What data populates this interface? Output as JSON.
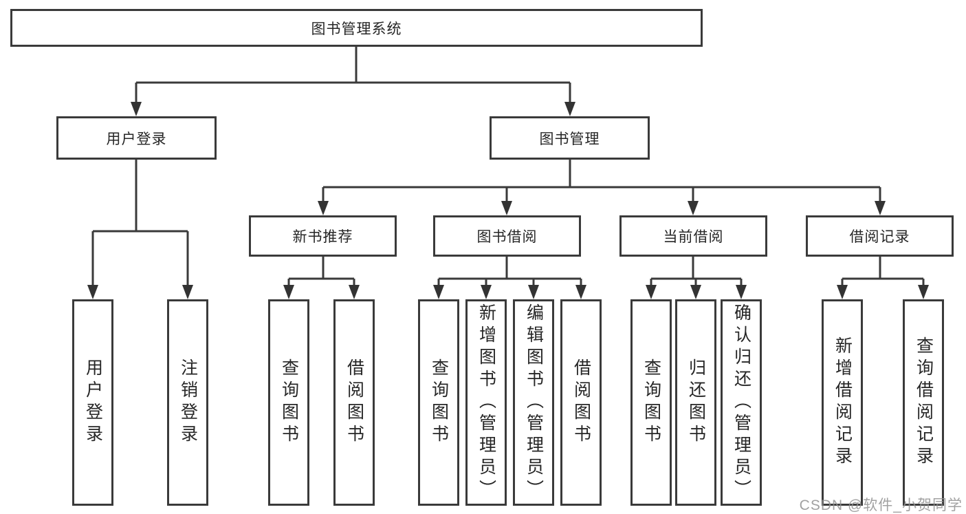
{
  "diagram": {
    "type": "hierarchy",
    "colors": {
      "line": "#3a3a3a",
      "border": "#3a3a3a",
      "text": "#262626",
      "background": "#ffffff",
      "watermark": "#919191"
    },
    "tree": {
      "label": "图书管理系统",
      "children": [
        {
          "label": "用户登录",
          "children": [
            {
              "label": "用户登录"
            },
            {
              "label": "注销登录"
            }
          ]
        },
        {
          "label": "图书管理",
          "children": [
            {
              "label": "新书推荐",
              "children": [
                {
                  "label": "查询图书"
                },
                {
                  "label": "借阅图书"
                }
              ]
            },
            {
              "label": "图书借阅",
              "children": [
                {
                  "label": "查询图书"
                },
                {
                  "label": "新增图书（管理员）"
                },
                {
                  "label": "编辑图书（管理员）"
                },
                {
                  "label": "借阅图书"
                }
              ]
            },
            {
              "label": "当前借阅",
              "children": [
                {
                  "label": "查询图书"
                },
                {
                  "label": "归还图书"
                },
                {
                  "label": "确认归还（管理员）"
                }
              ]
            },
            {
              "label": "借阅记录",
              "children": [
                {
                  "label": "新增借阅记录"
                },
                {
                  "label": "查询借阅记录"
                }
              ]
            }
          ]
        }
      ]
    },
    "watermark": {
      "text": "CSDN @软件_小贺同学"
    }
  }
}
